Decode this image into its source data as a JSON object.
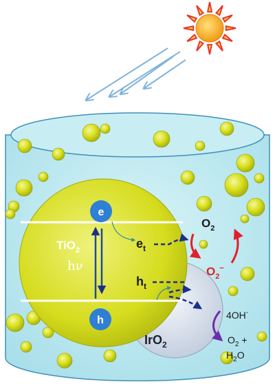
{
  "colors": {
    "liquid": "#bfeaf0",
    "liquid_edge": "#3f8fb8",
    "particle": "#d8e21a",
    "tio2": "#d9df22",
    "iro2": "#dbe4ef",
    "sun": "#f7a51c",
    "sun_rays": "#e8362b",
    "light": "#7fb2dc",
    "electron_hole": "#2f7fd6",
    "arrow_blue": "#1c2f8a",
    "arrow_red": "#e0202c",
    "arrow_purple": "#6a2fb0"
  },
  "icons": {
    "sun": "sun-icon",
    "light": "light-ray-icon"
  },
  "labels": {
    "electron": "e",
    "hole": "h",
    "tio2": "TiO",
    "tio2_sub": "2",
    "hv": "hν",
    "et": "e",
    "et_sub": "t",
    "ht": "h",
    "ht_sub": "t",
    "o2": "O",
    "o2_sub": "2",
    "superoxide": "O",
    "superoxide_sub": "2",
    "superoxide_sup": "−",
    "iro2": "IrO",
    "iro2_sub": "2",
    "hydroxide": "4OH",
    "hydroxide_sup": "-",
    "o2_plus": "O",
    "o2_plus_sub": "2",
    "o2_plus_tail": " +",
    "water": "H",
    "water_sub": "2",
    "water_tail": "O"
  }
}
